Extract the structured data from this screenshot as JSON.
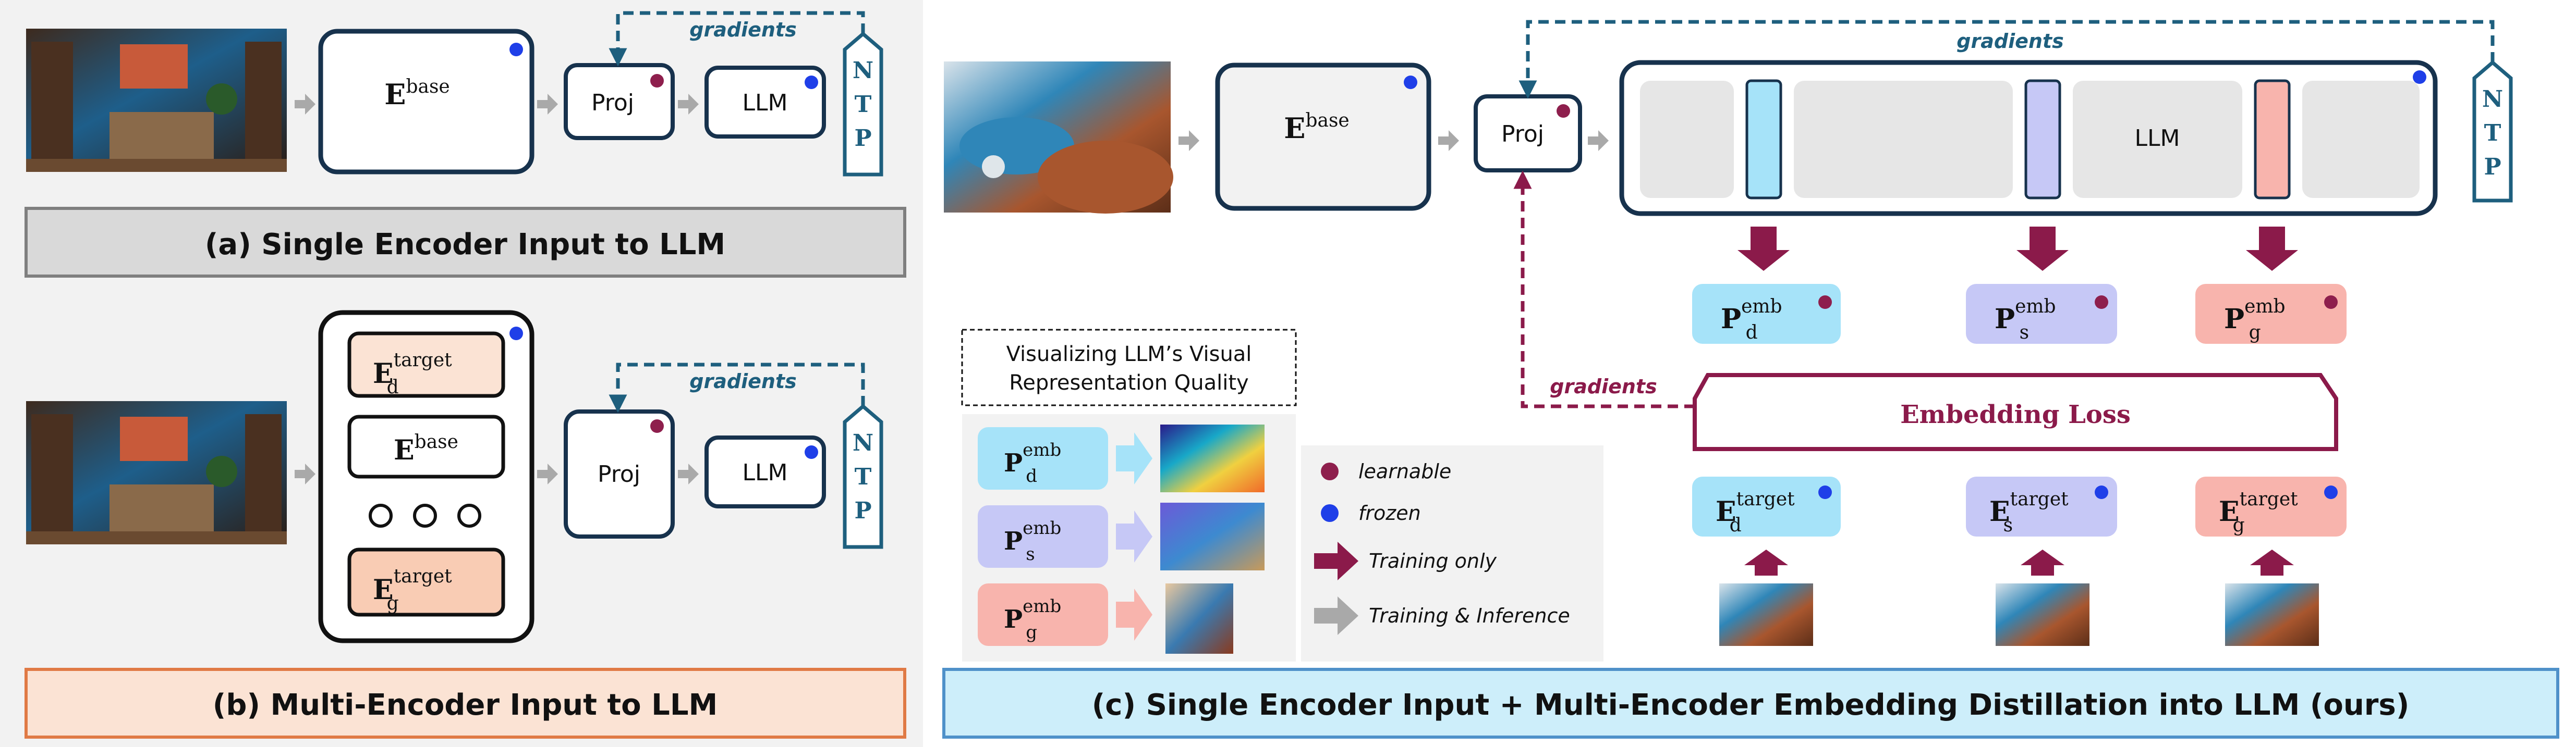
{
  "labels": {
    "gradients": "gradients",
    "ntp": [
      "N",
      "T",
      "P"
    ],
    "e_symbol": "E",
    "p_symbol": "P",
    "base_sup": "base",
    "target_sup": "target",
    "emb_sup": "emb",
    "sub_d": "d",
    "sub_s": "s",
    "sub_g": "g",
    "proj": "Proj",
    "llm": "LLM"
  },
  "panels": {
    "a": {
      "caption": "(a)  Single Encoder Input to LLM"
    },
    "b": {
      "caption": "(b)  Multi-Encoder Input to LLM"
    },
    "c": {
      "caption": "(c)  Single Encoder Input + Multi-Encoder Embedding Distillation into LLM (ours)",
      "embedding_loss": "Embedding Loss",
      "viz_title": [
        "Visualizing LLM’s Visual",
        "Representation Quality"
      ]
    }
  },
  "legend": {
    "learnable": "learnable",
    "frozen": "frozen",
    "training_only": "Training only",
    "training_inference": "Training & Inference"
  },
  "colors": {
    "navy": "#17324d",
    "frozen_dot": "#1f3fe8",
    "learnable_dot": "#8e1f4d",
    "teal": "#1e5f7e",
    "maroon": "#8b1a4a",
    "gray_arrow": "#a9a9a9",
    "panel_bg": "#f2f2f2",
    "caption_a_bg": "#d9d9d9",
    "caption_b_bg": "#fbe3d4",
    "caption_c_bg": "#cdeefa",
    "depth_blue": "#a6e3f9",
    "semantic_purple": "#c6c8f6",
    "generative_pink": "#f8b4ad",
    "target_peach": "#f9ccb4"
  }
}
